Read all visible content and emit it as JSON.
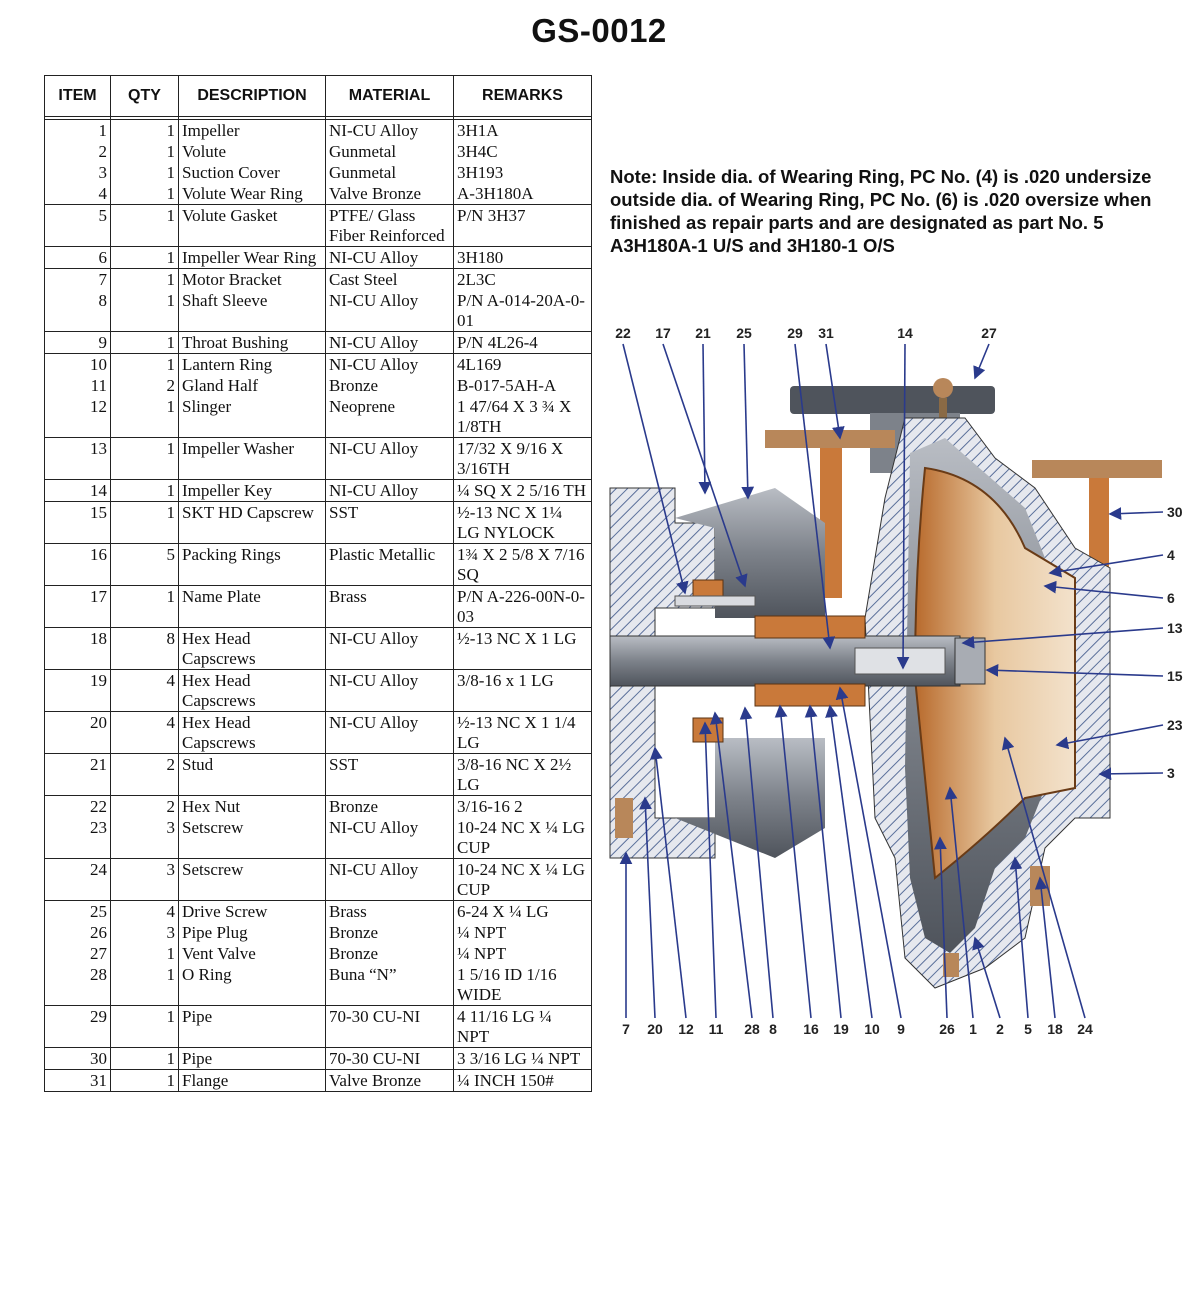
{
  "title": "GS-0012",
  "table": {
    "headers": [
      "ITEM",
      "QTY",
      "DESCRIPTION",
      "MATERIAL",
      "REMARKS"
    ],
    "rows": [
      {
        "item": "1",
        "qty": "1",
        "desc": "Impeller",
        "material": "NI-CU Alloy",
        "remarks": "3H1A"
      },
      {
        "item": "2",
        "qty": "1",
        "desc": "Volute",
        "material": "Gunmetal",
        "remarks": "3H4C"
      },
      {
        "item": "3",
        "qty": "1",
        "desc": "Suction Cover",
        "material": "Gunmetal",
        "remarks": "3H193"
      },
      {
        "item": "4",
        "qty": "1",
        "desc": "Volute Wear Ring",
        "material": "Valve Bronze",
        "remarks": "A-3H180A"
      },
      {
        "item": "5",
        "qty": "1",
        "desc": "Volute Gasket",
        "material": "PTFE/ Glass Fiber Reinforced",
        "remarks": "P/N 3H37"
      },
      {
        "item": "6",
        "qty": "1",
        "desc": "Impeller Wear Ring",
        "material": "NI-CU Alloy",
        "remarks": "3H180"
      },
      {
        "item": "7",
        "qty": "1",
        "desc": "Motor Bracket",
        "material": "Cast Steel",
        "remarks": "2L3C"
      },
      {
        "item": "8",
        "qty": "1",
        "desc": "Shaft Sleeve",
        "material": "NI-CU Alloy",
        "remarks": "P/N A-014-20A-0-01"
      },
      {
        "item": "9",
        "qty": "1",
        "desc": "Throat Bushing",
        "material": "NI-CU Alloy",
        "remarks": "P/N 4L26-4"
      },
      {
        "item": "10",
        "qty": "1",
        "desc": "Lantern Ring",
        "material": "NI-CU Alloy",
        "remarks": "4L169"
      },
      {
        "item": "11",
        "qty": "2",
        "desc": "Gland Half",
        "material": "Bronze",
        "remarks": "B-017-5AH-A"
      },
      {
        "item": "12",
        "qty": "1",
        "desc": "Slinger",
        "material": "Neoprene",
        "remarks": "1 47/64 X 3 ¾ X 1/8TH"
      },
      {
        "item": "13",
        "qty": "1",
        "desc": "Impeller Washer",
        "material": "NI-CU Alloy",
        "remarks": "17/32 X 9/16 X 3/16TH"
      },
      {
        "item": "14",
        "qty": "1",
        "desc": "Impeller Key",
        "material": "NI-CU Alloy",
        "remarks": "¼ SQ X 2 5/16 TH"
      },
      {
        "item": "15",
        "qty": "1",
        "desc": "SKT HD Capscrew",
        "material": "SST",
        "remarks": "½-13 NC X 1¼ LG NYLOCK"
      },
      {
        "item": "16",
        "qty": "5",
        "desc": "Packing Rings",
        "material": "Plastic Metallic",
        "remarks": "1¾ X 2 5/8 X 7/16 SQ"
      },
      {
        "item": "17",
        "qty": "1",
        "desc": "Name Plate",
        "material": "Brass",
        "remarks": "P/N A-226-00N-0-03"
      },
      {
        "item": "18",
        "qty": "8",
        "desc": "Hex Head Capscrews",
        "material": "NI-CU Alloy",
        "remarks": "½-13 NC X 1 LG"
      },
      {
        "item": "19",
        "qty": "4",
        "desc": "Hex Head Capscrews",
        "material": "NI-CU Alloy",
        "remarks": "3/8-16 x 1 LG"
      },
      {
        "item": "20",
        "qty": "4",
        "desc": "Hex Head Capscrews",
        "material": "NI-CU Alloy",
        "remarks": "½-13 NC X 1 1/4 LG"
      },
      {
        "item": "21",
        "qty": "2",
        "desc": "Stud",
        "material": "SST",
        "remarks": "3/8-16 NC X 2½ LG"
      },
      {
        "item": "22",
        "qty": "2",
        "desc": "Hex Nut",
        "material": "Bronze",
        "remarks": "3/16-16 2"
      },
      {
        "item": "23",
        "qty": "3",
        "desc": "Setscrew",
        "material": "NI-CU Alloy",
        "remarks": "10-24 NC X ¼ LG CUP"
      },
      {
        "item": "24",
        "qty": "3",
        "desc": "Setscrew",
        "material": "NI-CU Alloy",
        "remarks": "10-24 NC X ¼ LG CUP"
      },
      {
        "item": "25",
        "qty": "4",
        "desc": "Drive Screw",
        "material": "Brass",
        "remarks": "6-24 X ¼ LG"
      },
      {
        "item": "26",
        "qty": "3",
        "desc": "Pipe Plug",
        "material": "Bronze",
        "remarks": "¼ NPT"
      },
      {
        "item": "27",
        "qty": "1",
        "desc": "Vent Valve",
        "material": "Bronze",
        "remarks": "¼ NPT"
      },
      {
        "item": "28",
        "qty": "1",
        "desc": "O Ring",
        "material": "Buna “N”",
        "remarks": "1 5/16 ID 1/16 WIDE"
      },
      {
        "item": "29",
        "qty": "1",
        "desc": "Pipe",
        "material": "70-30 CU-NI",
        "remarks": "4 11/16 LG ¼ NPT"
      },
      {
        "item": "30",
        "qty": "1",
        "desc": "Pipe",
        "material": "70-30 CU-NI",
        "remarks": "3 3/16 LG ¼ NPT"
      },
      {
        "item": "31",
        "qty": "1",
        "desc": "Flange",
        "material": "Valve Bronze",
        "remarks": "¼ INCH 150#"
      }
    ]
  },
  "note": "Note: Inside dia. of Wearing Ring, PC No. (4) is .020 undersize outside dia. of Wearing Ring, PC No. (6) is .020 oversize when finished as repair parts and are designated as part No. 5 A3H180A-1 U/S and 3H180-1 O/S",
  "diagram": {
    "top_callouts": [
      "22",
      "17",
      "21",
      "25",
      "29",
      "31",
      "14",
      "27"
    ],
    "right_callouts": [
      "30",
      "4",
      "6",
      "13",
      "15",
      "23",
      "3"
    ],
    "bottom_callouts": [
      "7",
      "20",
      "12",
      "11",
      "28",
      "8",
      "16",
      "19",
      "10",
      "9",
      "26",
      "1",
      "2",
      "5",
      "18",
      "24"
    ],
    "colors": {
      "bronze": "#c9793a",
      "impeller": "#e8c8a0",
      "steel": "#8d9199",
      "hatch": "#5a6f9a",
      "arrow": "#2a3a8c",
      "dark_steel": "#4f545c"
    }
  }
}
